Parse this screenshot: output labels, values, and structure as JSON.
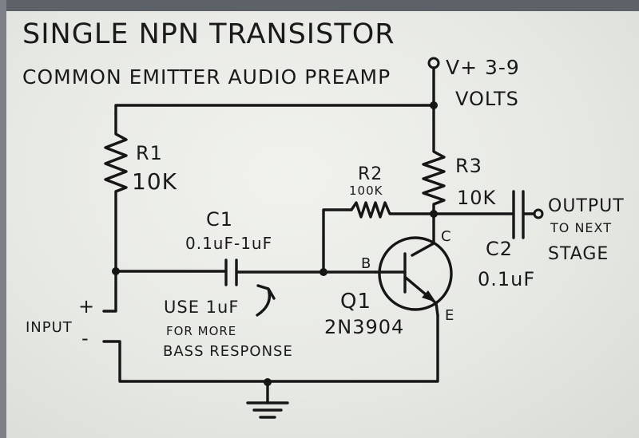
{
  "title_line1": "SINGLE NPN TRANSISTOR",
  "title_line2": "COMMON EMITTER AUDIO PREAMP",
  "supply": {
    "label": "V+ 3-9",
    "unit": "VOLTS"
  },
  "r1": {
    "name": "R1",
    "value": "10K"
  },
  "r2": {
    "name": "R2",
    "value": "100K"
  },
  "r3": {
    "name": "R3",
    "value": "10K"
  },
  "c1": {
    "name": "C1",
    "value": "0.1uF-1uF"
  },
  "c2": {
    "name": "C2",
    "value": "0.1uF"
  },
  "q1": {
    "name": "Q1",
    "part": "2N3904",
    "pin_b": "B",
    "pin_c": "C",
    "pin_e": "E"
  },
  "input": {
    "label": "INPUT",
    "plus": "+",
    "minus": "-"
  },
  "output": {
    "line1": "OUTPUT",
    "line2": "TO NEXT",
    "line3": "STAGE"
  },
  "note": {
    "line1": "USE 1uF",
    "line2": "FOR MORE",
    "line3": "BASS RESPONSE"
  }
}
